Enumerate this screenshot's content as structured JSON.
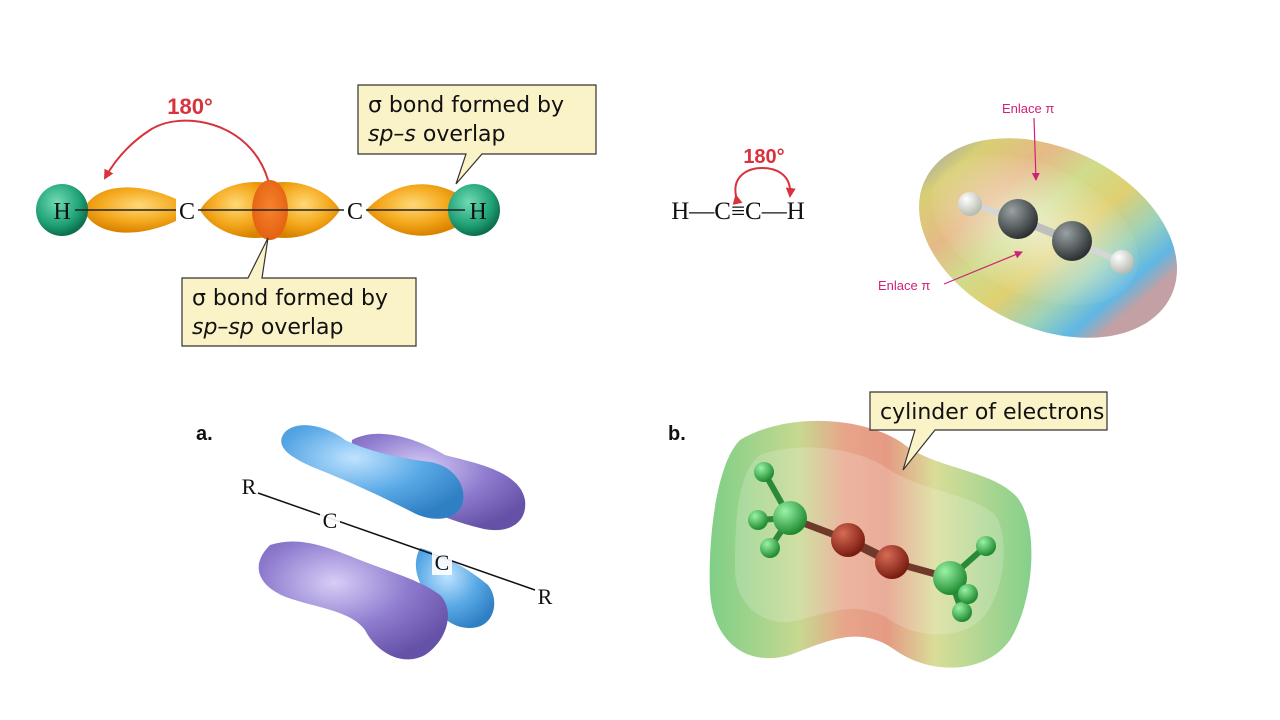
{
  "sp_diagram": {
    "angle": "180°",
    "atom_h": "H",
    "atom_c": "C",
    "callout_sp_s": {
      "line1": "σ bond formed by",
      "line2_italic": "sp–s",
      "line2_rest": " overlap"
    },
    "callout_sp_sp": {
      "line1": "σ bond formed by",
      "line2_italic": "sp–sp",
      "line2_rest": " overlap"
    }
  },
  "formula": {
    "angle": "180°",
    "text": "H—C≡C—H"
  },
  "epm_top": {
    "label_top": "Enlace π",
    "label_bottom": "Enlace π"
  },
  "panel_a": {
    "label": "a.",
    "atom_r": "R",
    "atom_c": "C"
  },
  "panel_b": {
    "label": "b.",
    "callout": "cylinder of electrons"
  },
  "colors": {
    "sp_orbital": "#f4a81c",
    "h_orbital": "#1e9f74",
    "angle_red": "#d8323c",
    "callout_fill": "#fbf3c8",
    "pi_blue": "#5aa9e6",
    "pi_purple": "#8f7ccf",
    "enlace_magenta": "#d0217a"
  }
}
